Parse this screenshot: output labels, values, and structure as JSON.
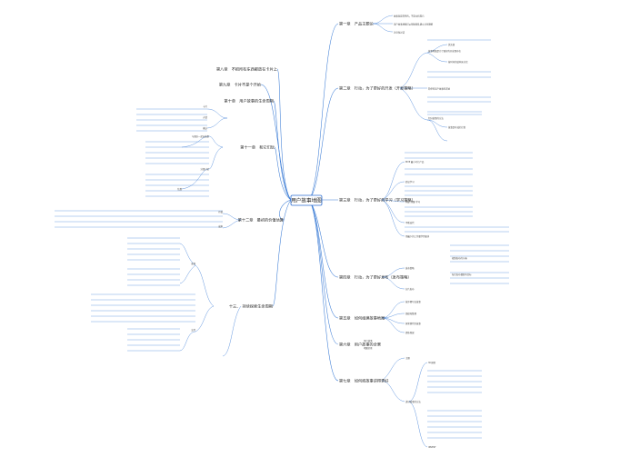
{
  "root": {
    "label": "用户故事地图"
  },
  "chapters": {
    "c1": "第一章　产品主题论",
    "c2": "第二章　行动，为了更好的开发（开发策略）",
    "c3": "第三章　行动，为了更好的学习（学习策略）",
    "c4": "第四章　行动，为了更好发布（发布策略）",
    "c5": "第五章　如何组建故事地图",
    "c6": "第六章　用户故事的全景",
    "c7": "第七章　如何把故事讲得更好",
    "c8": "第八章　不把所有东西都放在卡片上",
    "c9": "第九章　卡片不是个开始",
    "c10": "第十章　用户故事的生命周期",
    "c11": "第十一章　和它们玩",
    "c12": "第十二章　最初的价值估算",
    "c13": "十三、　持续探索生命周期"
  },
  "details": {
    "d1": [
      "故事就是简单的，不是文档而已",
      "用户故事地图可以帮助团队建立共享理解",
      "讨论和对话"
    ],
    "d2": [
      "故事地图是为了更好的开发而存在",
      "简单的用户故事的讲述",
      "切分故事的方法",
      "优先级",
      "按时间的结构来讨论",
      "故事是有效的计划"
    ],
    "d3": [
      "MVP 最小可行产品",
      "验证学习",
      "构建-测量-学习",
      "不断迭代",
      "用最少的工作量学到更多"
    ],
    "d4": [
      "发布策略",
      "分片发布",
      "规划发布的节奏",
      "每次发布都要有目标"
    ],
    "d5": [
      "按步骤写出故事",
      "组织和整理",
      "探索替代的故事",
      "提炼骨架"
    ],
    "d6": [
      "用户故事",
      "地图全景"
    ],
    "d7": [
      "主题",
      "讲好故事的方法",
      "3C原则",
      "INVEST"
    ],
    "d10": [
      "卡片",
      "对话",
      "确认"
    ],
    "d11": [
      "与团队一起玩故事",
      "分组讨论",
      "估算"
    ],
    "d12": [
      "价值",
      "成本"
    ],
    "d13": [
      "发现",
      "交付"
    ]
  }
}
